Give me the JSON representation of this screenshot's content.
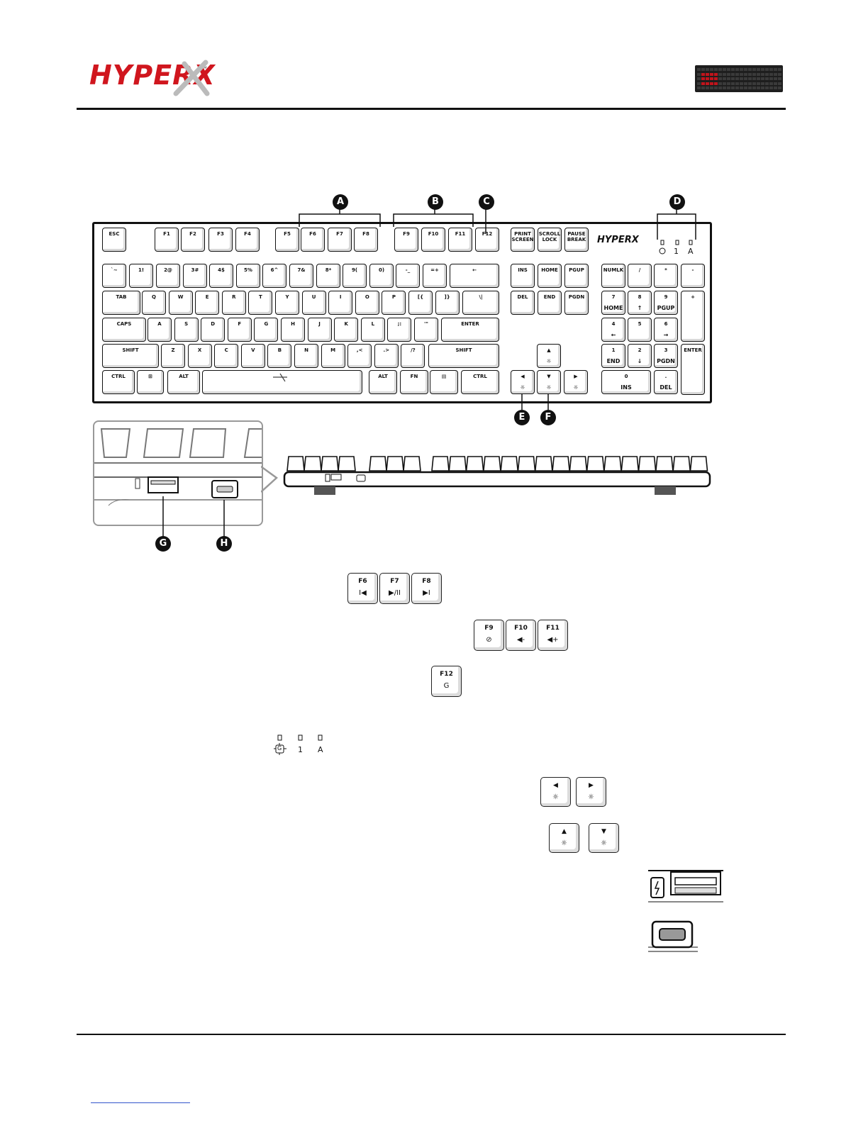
{
  "brand": {
    "logo_text": "HYPERX",
    "tm": "™"
  },
  "keyboard": {
    "fkeys": [
      "ESC",
      "F1",
      "F2",
      "F3",
      "F4",
      "F5",
      "F6",
      "F7",
      "F8",
      "F9",
      "F10",
      "F11",
      "F12"
    ],
    "nav_top": [
      "PRINT SCREEN",
      "SCROLL LOCK",
      "PAUSE BREAK"
    ],
    "row1": [
      "`~",
      "1!",
      "2@",
      "3#",
      "4$",
      "5%",
      "6^",
      "7&",
      "8*",
      "9(",
      "0)",
      "-_",
      "=+",
      "←"
    ],
    "row2": [
      "TAB",
      "Q",
      "W",
      "E",
      "R",
      "T",
      "Y",
      "U",
      "I",
      "O",
      "P",
      "[{",
      "]}",
      "\\|"
    ],
    "row3": [
      "CAPS",
      "A",
      "S",
      "D",
      "F",
      "G",
      "H",
      "J",
      "K",
      "L",
      ";:",
      "'\"",
      "ENTER"
    ],
    "row4": [
      "SHIFT",
      "Z",
      "X",
      "C",
      "V",
      "B",
      "N",
      "M",
      ",<",
      ".>",
      "/?",
      "SHIFT"
    ],
    "row5": [
      "CTRL",
      "⊞",
      "ALT",
      "",
      "ALT",
      "FN",
      "▤",
      "CTRL"
    ],
    "nav": [
      "INS",
      "HOME",
      "PGUP",
      "DEL",
      "END",
      "PGDN"
    ],
    "numpad": [
      "NUMLK",
      "/",
      "*",
      "-",
      "7",
      "8",
      "9",
      "+",
      "4",
      "5",
      "6",
      "1",
      "2",
      "3",
      "ENTER",
      "0",
      "."
    ],
    "numpad_sub": {
      "7": "HOME",
      "8": "↑",
      "9": "PGUP",
      "4": "←",
      "6": "→",
      "1": "END",
      "2": "↓",
      "3": "PGDN",
      "0": "INS",
      ".": "DEL"
    },
    "leds": [
      "1",
      "A"
    ]
  },
  "callouts": [
    "A",
    "B",
    "C",
    "D",
    "E",
    "F",
    "G",
    "H"
  ],
  "legend": {
    "media_keys": [
      {
        "label": "F6",
        "sub": "I◀"
      },
      {
        "label": "F7",
        "sub": "▶/II"
      },
      {
        "label": "F8",
        "sub": "▶I"
      }
    ],
    "volume_keys": [
      {
        "label": "F9",
        "sub": "⊘"
      },
      {
        "label": "F10",
        "sub": "◀-"
      },
      {
        "label": "F11",
        "sub": "◀+"
      }
    ],
    "game_key": {
      "label": "F12",
      "sub": "G"
    },
    "led_labels": [
      "G",
      "1",
      "A"
    ],
    "arrow_lr": [
      {
        "label": "◀",
        "sub": "☼"
      },
      {
        "label": "▶",
        "sub": "☼"
      }
    ],
    "arrow_ud": [
      {
        "label": "▲",
        "sub": "☼"
      },
      {
        "label": "▼",
        "sub": "☼"
      }
    ]
  }
}
